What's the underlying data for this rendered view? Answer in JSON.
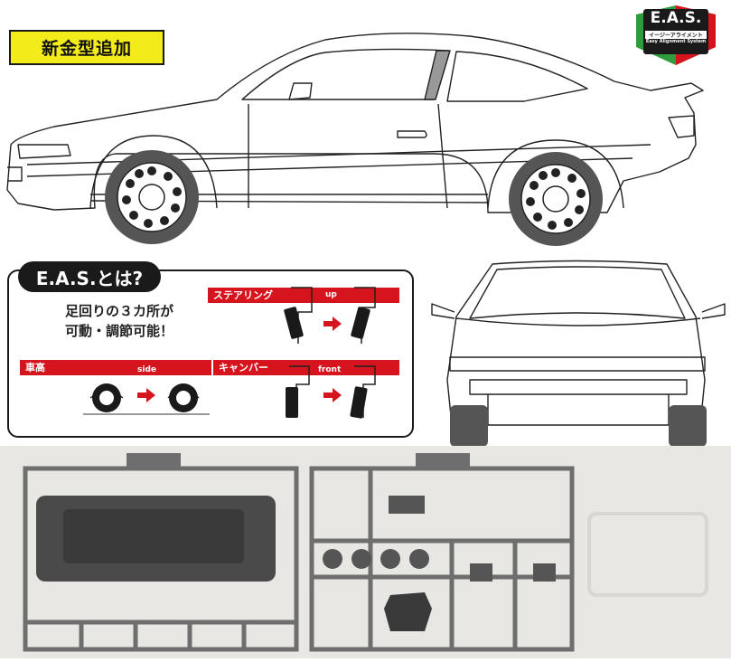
{
  "badge": {
    "text": "新金型追加",
    "bg": "#f4ec1a"
  },
  "logo": {
    "title": "E.A.S.",
    "subtitle_jp": "イージーアライメント",
    "subtitle_en": "Easy Alignment System"
  },
  "info": {
    "title": "E.A.S.とは?",
    "description_line1": "足回りの３カ所が",
    "description_line2": "可動・調節可能！",
    "items": [
      {
        "label": "ステアリング",
        "direction": "up"
      },
      {
        "label": "車高",
        "direction": "side"
      },
      {
        "label": "キャンバー",
        "direction": "front"
      }
    ]
  },
  "colors": {
    "accent_red": "#d6141e",
    "badge_yellow": "#f4ec1a",
    "panel_black": "#1a1a1a",
    "sprue_gray": "#6e6e6e"
  }
}
